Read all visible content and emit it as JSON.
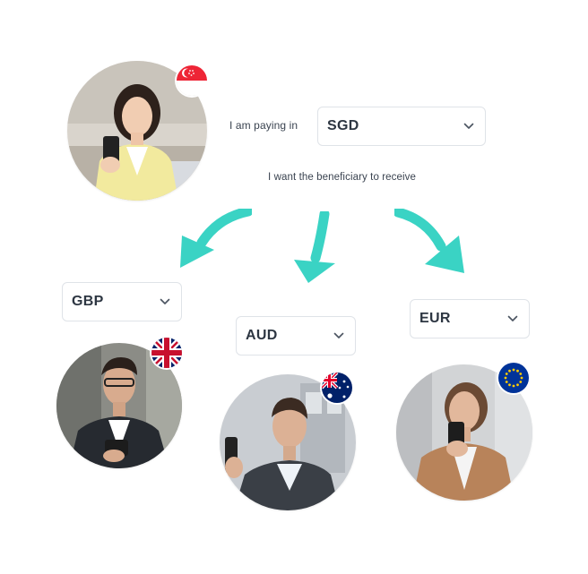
{
  "payer": {
    "paying_label": "I am paying in",
    "currency": "SGD",
    "flag": "singapore-flag"
  },
  "receive_label": "I want the beneficiary to receive",
  "beneficiaries": [
    {
      "currency": "GBP",
      "flag": "united-kingdom-flag"
    },
    {
      "currency": "AUD",
      "flag": "australia-flag"
    },
    {
      "currency": "EUR",
      "flag": "european-union-flag"
    }
  ],
  "icons": {
    "dropdown": "chevron-down-icon",
    "arrows": "curved-arrow-icon"
  },
  "colors": {
    "arrow": "#3ad3c4",
    "border": "#dfe3e8",
    "text": "#2d3642"
  }
}
